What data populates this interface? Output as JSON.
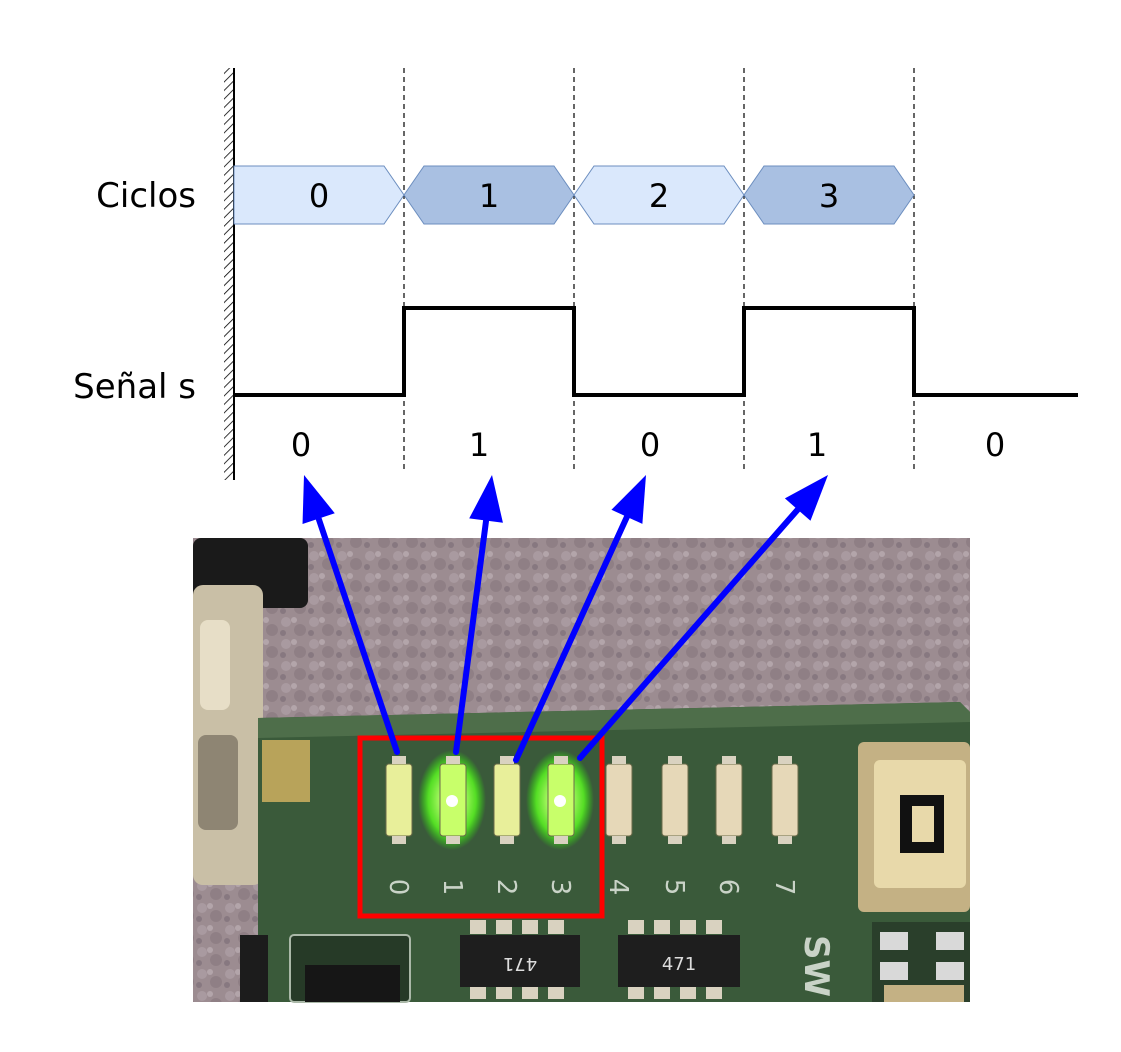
{
  "labels": {
    "cycles_row": "Ciclos",
    "signal_row": "Señal s"
  },
  "cycles": [
    "0",
    "1",
    "2",
    "3"
  ],
  "signal_values": [
    "0",
    "1",
    "0",
    "1",
    "0"
  ],
  "signal_levels": [
    0,
    1,
    0,
    1,
    0
  ],
  "board": {
    "led_labels": [
      "0",
      "1",
      "2",
      "3",
      "4",
      "5",
      "6",
      "7"
    ],
    "led_lit": [
      false,
      true,
      false,
      true,
      false,
      false,
      false,
      false
    ],
    "resistor_label": "471",
    "switch_label": "SW"
  },
  "colors": {
    "cycle_even": "#dae8fc",
    "cycle_odd": "#a9c0e2",
    "arrow": "#0000ff",
    "highlight_box": "#ff0000",
    "led_on": "#7dff3a",
    "pcb": "#3a5a3a"
  }
}
